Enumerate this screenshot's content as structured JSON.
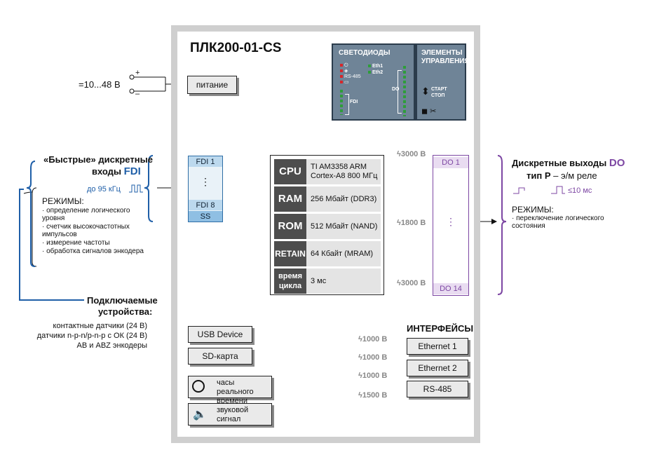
{
  "title": "ПЛК200-01-CS",
  "power": {
    "voltage": "=10...48 В",
    "plus": "+",
    "minus": "–",
    "label": "питание"
  },
  "leds_panel": {
    "title": "СВЕТОДИОДЫ",
    "rs485": "RS-485",
    "eth1": "Eth1",
    "eth2": "Eth2",
    "fdi": "FDI",
    "do": "DO"
  },
  "controls_panel": {
    "title_line1": "ЭЛЕМЕНТЫ",
    "title_line2": "УПРАВЛЕНИЯ",
    "start": "СТАРТ",
    "stop": "СТОП"
  },
  "fdi": {
    "heading_line1": "«Быстрые» дискретные",
    "heading_line2_prefix": "входы ",
    "heading_line2_bold": "FDI",
    "freq": "до 95 кГц",
    "cells": [
      "FDI 1",
      "⋮",
      "FDI 8"
    ],
    "ss": "SS",
    "modes_title": "РЕЖИМЫ:",
    "modes": [
      "определение логического уровня",
      "счетчик высокочастотных импульсов",
      "измерение частоты",
      "обработка сигналов энкодера"
    ]
  },
  "connected": {
    "heading_line1": "Подключаемые",
    "heading_line2": "устройства:",
    "items": [
      "контактные датчики (24 В)",
      "датчики n-p-n/p-n-p с ОК (24 В)",
      "AB и ABZ энкодеры"
    ]
  },
  "cpu_block": {
    "rows": [
      {
        "label": "CPU",
        "value_line1": "TI AM3358 ARM",
        "value_line2": "Cortex-A8 800 МГц"
      },
      {
        "label": "RAM",
        "value_line1": "256 Мбайт (DDR3)",
        "value_line2": ""
      },
      {
        "label": "ROM",
        "value_line1": "512 Мбайт (NAND)",
        "value_line2": ""
      },
      {
        "label": "RETAIN",
        "value_line1": "64 Кбайт (MRAM)",
        "value_line2": ""
      },
      {
        "label": "время цикла",
        "value_line1": "3 мс",
        "value_line2": ""
      }
    ]
  },
  "isolation": {
    "do_top": "3000 В",
    "do_mid": "1800 В",
    "do_bottom": "3000 В",
    "eth1": "1000 В",
    "eth2": "1000 В",
    "rs485_a": "1000 В",
    "rs485_b": "1500 В"
  },
  "do": {
    "heading_prefix": "Дискретные выходы ",
    "heading_bold": "DO",
    "type_bold": "тип Р",
    "type_rest": " – э/м реле",
    "time": "≤10 мс",
    "cells": [
      "DO 1",
      "⋮",
      "DO 14"
    ],
    "modes_title": "РЕЖИМЫ:",
    "modes": [
      "переключение логического состояния"
    ]
  },
  "peripherals": {
    "usb": "USB Device",
    "sd": "SD-карта",
    "clock_line1": "часы реального",
    "clock_line2": "времени",
    "sound_line1": "звуковой",
    "sound_line2": "сигнал"
  },
  "interfaces": {
    "title": "ИНТЕРФЕЙСЫ",
    "items": [
      "Ethernet 1",
      "Ethernet 2",
      "RS-485"
    ]
  },
  "colors": {
    "blue": "#1f5fa8",
    "purple": "#7d47a3",
    "panel": "#6f8497",
    "led_green": "#2e9d3a",
    "led_red": "#d7262a"
  }
}
